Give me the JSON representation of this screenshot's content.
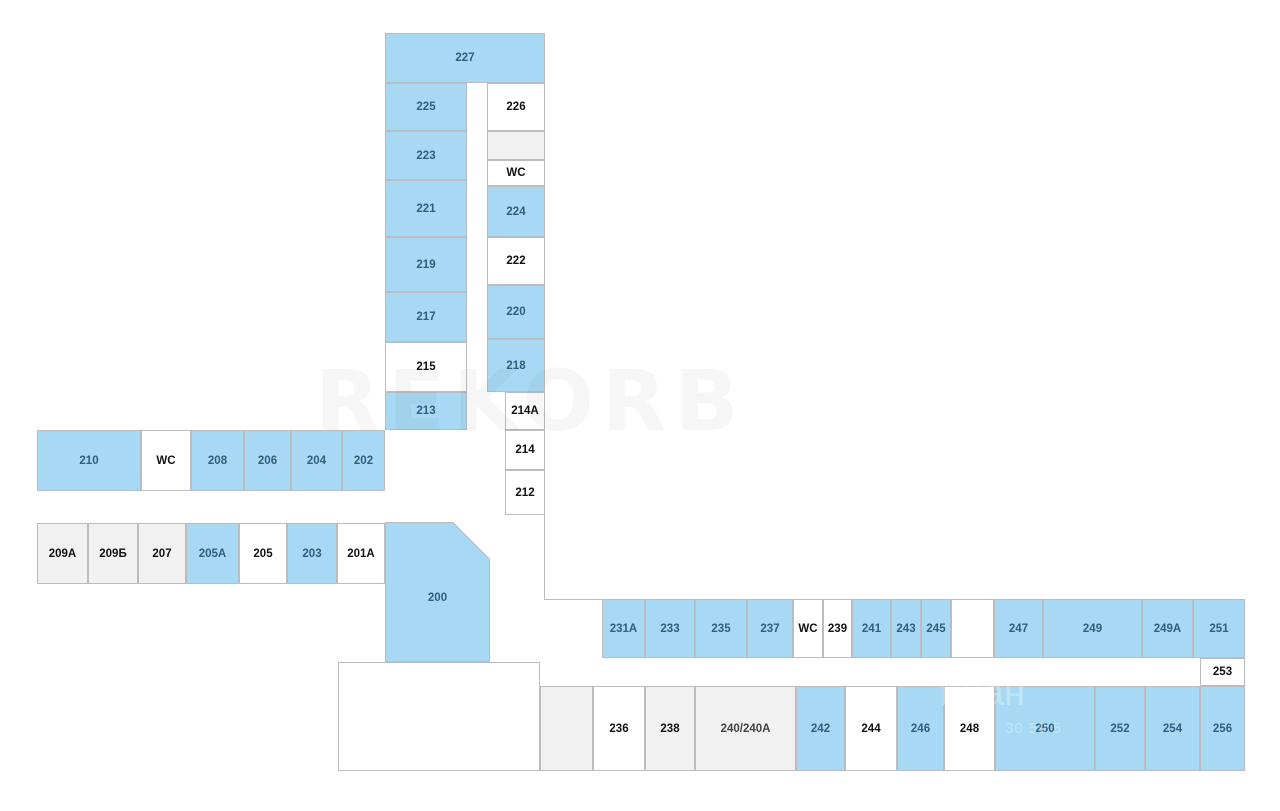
{
  "plan": {
    "watermark_text": "REKORB",
    "cian_brand": "циан",
    "cian_phone": "30 59  5",
    "colors": {
      "blue_room": "#a7d9f4",
      "blue_label": "#2d5f7f",
      "white_room": "#ffffff",
      "grey_room": "#f1f1f1",
      "border": "#b9bcc0"
    }
  },
  "rooms": {
    "r227": "227",
    "r225": "225",
    "r226": "226",
    "r223": "223",
    "rwc1": "WC",
    "r221": "221",
    "r224": "224",
    "r219": "219",
    "r222": "222",
    "r217": "217",
    "r220": "220",
    "r215": "215",
    "r218": "218",
    "r213": "213",
    "r214a": "214A",
    "r214": "214",
    "r212": "212",
    "r210": "210",
    "rwc2": "WC",
    "r208": "208",
    "r206": "206",
    "r204": "204",
    "r202": "202",
    "r209a": "209А",
    "r209b": "209Б",
    "r207": "207",
    "r205a": "205А",
    "r205": "205",
    "r203": "203",
    "r201a": "201А",
    "r200": "200",
    "r231a": "231А",
    "r233": "233",
    "r235": "235",
    "r237": "237",
    "rwc3": "WC",
    "r239": "239",
    "r241": "241",
    "r243": "243",
    "r245": "245",
    "r247": "247",
    "r249": "249",
    "r249a": "249А",
    "r251": "251",
    "r253": "253",
    "r236": "236",
    "r238": "238",
    "r240": "240/240А",
    "r242": "242",
    "r244": "244",
    "r246": "246",
    "r248": "248",
    "r250": "250",
    "r252": "252",
    "r254": "254",
    "r256": "256"
  }
}
